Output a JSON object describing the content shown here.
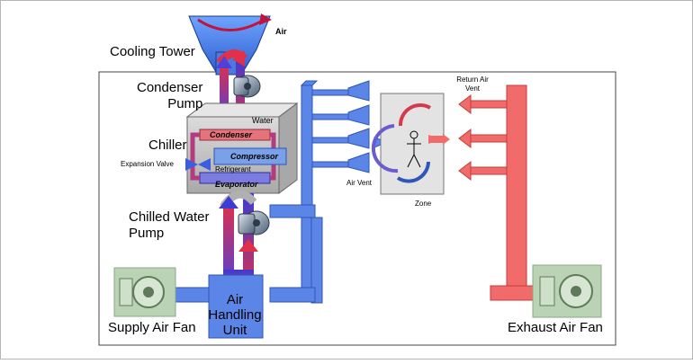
{
  "labels": {
    "air": "Air",
    "cooling_tower": "Cooling Tower",
    "condenser_pump": "Condenser\nPump",
    "water": "Water",
    "condenser": "Condenser",
    "chiller": "Chiller",
    "compressor": "Compressor",
    "expansion_valve": "Expansion Valve",
    "refrigerant": "Refrigerant",
    "evaporator": "Evaporator",
    "chilled_water_pump": "Chilled Water\nPump",
    "air_handling_unit": "Air\nHandling\nUnit",
    "supply_air_fan": "Supply Air Fan",
    "air_vent": "Air Vent",
    "zone": "Zone",
    "return_air_vent": "Return Air\nVent",
    "exhaust_air_fan": "Exhaust Air Fan"
  },
  "colors": {
    "supply_blue": "#5b86e8",
    "supply_blue_dark": "#2f55b8",
    "exhaust_red": "#f26b6b",
    "exhaust_red_dark": "#c43b3b",
    "chiller_box": "#c8c8c8",
    "zone_box": "#e3e3e3"
  }
}
